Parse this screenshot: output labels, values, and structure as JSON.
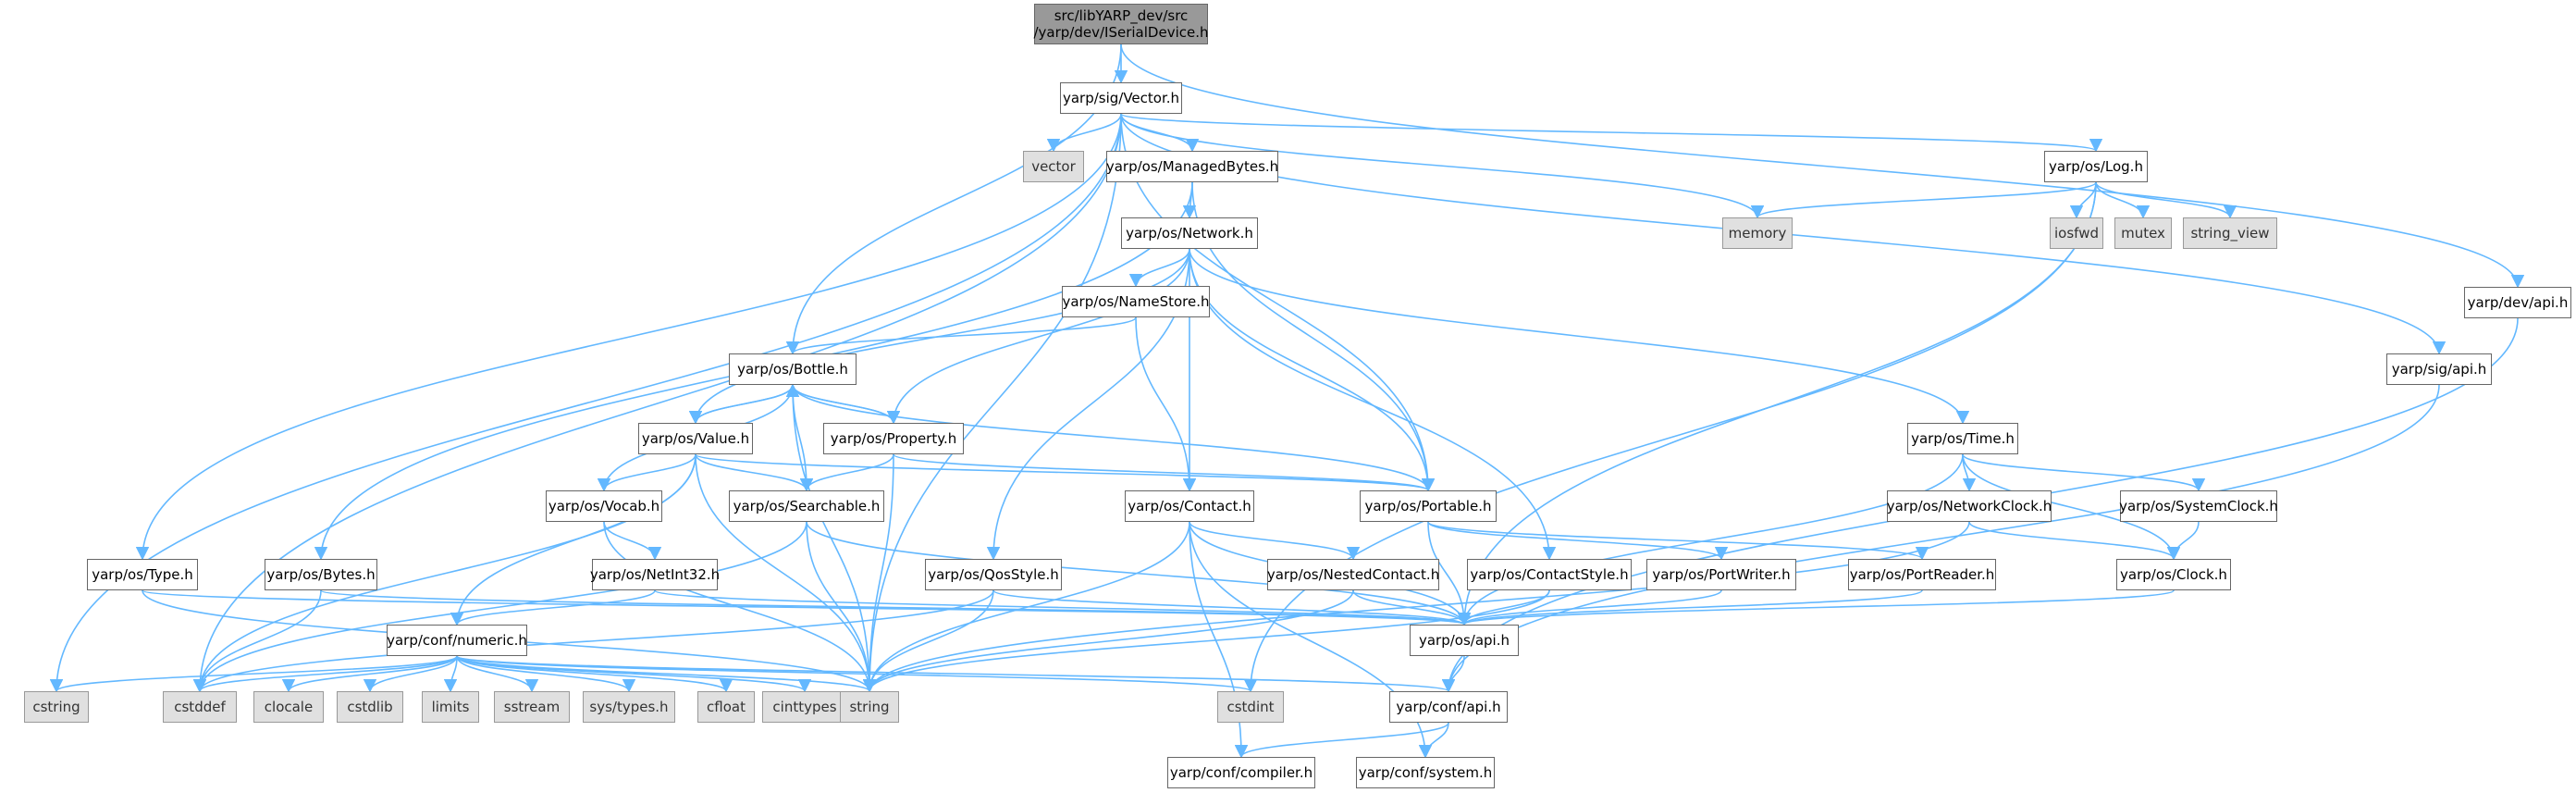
{
  "root": {
    "line1": "src/libYARP_dev/src",
    "line2": "/yarp/dev/ISerialDevice.h"
  },
  "nodes": {
    "vector_h": "yarp/sig/Vector.h",
    "vector": "vector",
    "managedbytes": "yarp/os/ManagedBytes.h",
    "memory": "memory",
    "log": "yarp/os/Log.h",
    "iosfwd": "iosfwd",
    "mutex": "mutex",
    "string_view": "string_view",
    "dev_api": "yarp/dev/api.h",
    "sig_api": "yarp/sig/api.h",
    "network": "yarp/os/Network.h",
    "namestore": "yarp/os/NameStore.h",
    "bottle": "yarp/os/Bottle.h",
    "value": "yarp/os/Value.h",
    "property": "yarp/os/Property.h",
    "time": "yarp/os/Time.h",
    "vocab": "yarp/os/Vocab.h",
    "searchable": "yarp/os/Searchable.h",
    "contact": "yarp/os/Contact.h",
    "portable": "yarp/os/Portable.h",
    "networkclock": "yarp/os/NetworkClock.h",
    "systemclock": "yarp/os/SystemClock.h",
    "netint32": "yarp/os/NetInt32.h",
    "type": "yarp/os/Type.h",
    "bytes": "yarp/os/Bytes.h",
    "qosstyle": "yarp/os/QosStyle.h",
    "nestedcontact": "yarp/os/NestedContact.h",
    "contactstyle": "yarp/os/ContactStyle.h",
    "portwriter": "yarp/os/PortWriter.h",
    "portreader": "yarp/os/PortReader.h",
    "clock": "yarp/os/Clock.h",
    "numeric": "yarp/conf/numeric.h",
    "os_api": "yarp/os/api.h",
    "cstring": "cstring",
    "cstddef": "cstddef",
    "clocale": "clocale",
    "cstdlib": "cstdlib",
    "limits": "limits",
    "sstream": "sstream",
    "systypes": "sys/types.h",
    "cfloat": "cfloat",
    "cinttypes": "cinttypes",
    "string": "string",
    "cstdint": "cstdint",
    "conf_api": "yarp/conf/api.h",
    "compiler": "yarp/conf/compiler.h",
    "system": "yarp/conf/system.h"
  },
  "style": {
    "edge_color": "#63b8ff",
    "node_border": "#666666",
    "system_fill": "#e0e0e0",
    "root_fill": "#999999"
  }
}
